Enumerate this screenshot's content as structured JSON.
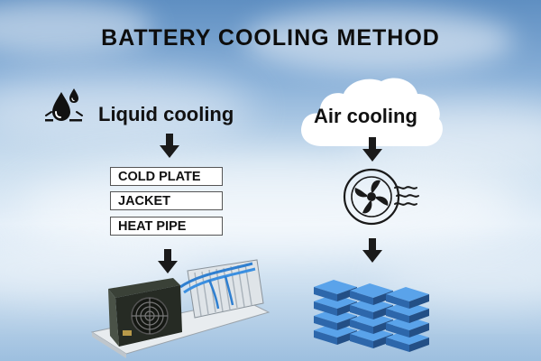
{
  "title": "BATTERY COOLING METHOD",
  "liquid": {
    "label": "Liquid cooling",
    "icon": "water-drops-icon",
    "methods": [
      "COLD PLATE",
      "JACKET",
      "HEAT PIPE"
    ],
    "image": "liquid-cooling-unit-illustration"
  },
  "air": {
    "label": "Air cooling",
    "icon": "fan-icon",
    "image": "battery-cells-stack-illustration"
  },
  "colors": {
    "text": "#111111",
    "arrow": "#1a1a1a",
    "cell_top": "#4a90d9",
    "cell_side": "#2c5f9e"
  }
}
